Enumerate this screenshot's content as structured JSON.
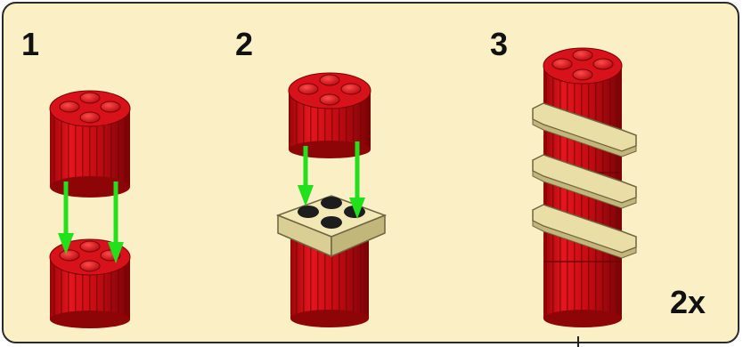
{
  "steps": [
    {
      "number": "1"
    },
    {
      "number": "2"
    },
    {
      "number": "3"
    }
  ],
  "quantity_label": "2x",
  "colors": {
    "background": "#fbefc5",
    "border": "#2a2a2a",
    "brick_red": "#d8121a",
    "brick_dark": "#8e0508",
    "plate_tan": "#e9dfa6",
    "arrow_green": "#22e01a"
  },
  "icons": [
    "round-brick-icon",
    "tan-plate-icon",
    "down-arrow-icon"
  ]
}
